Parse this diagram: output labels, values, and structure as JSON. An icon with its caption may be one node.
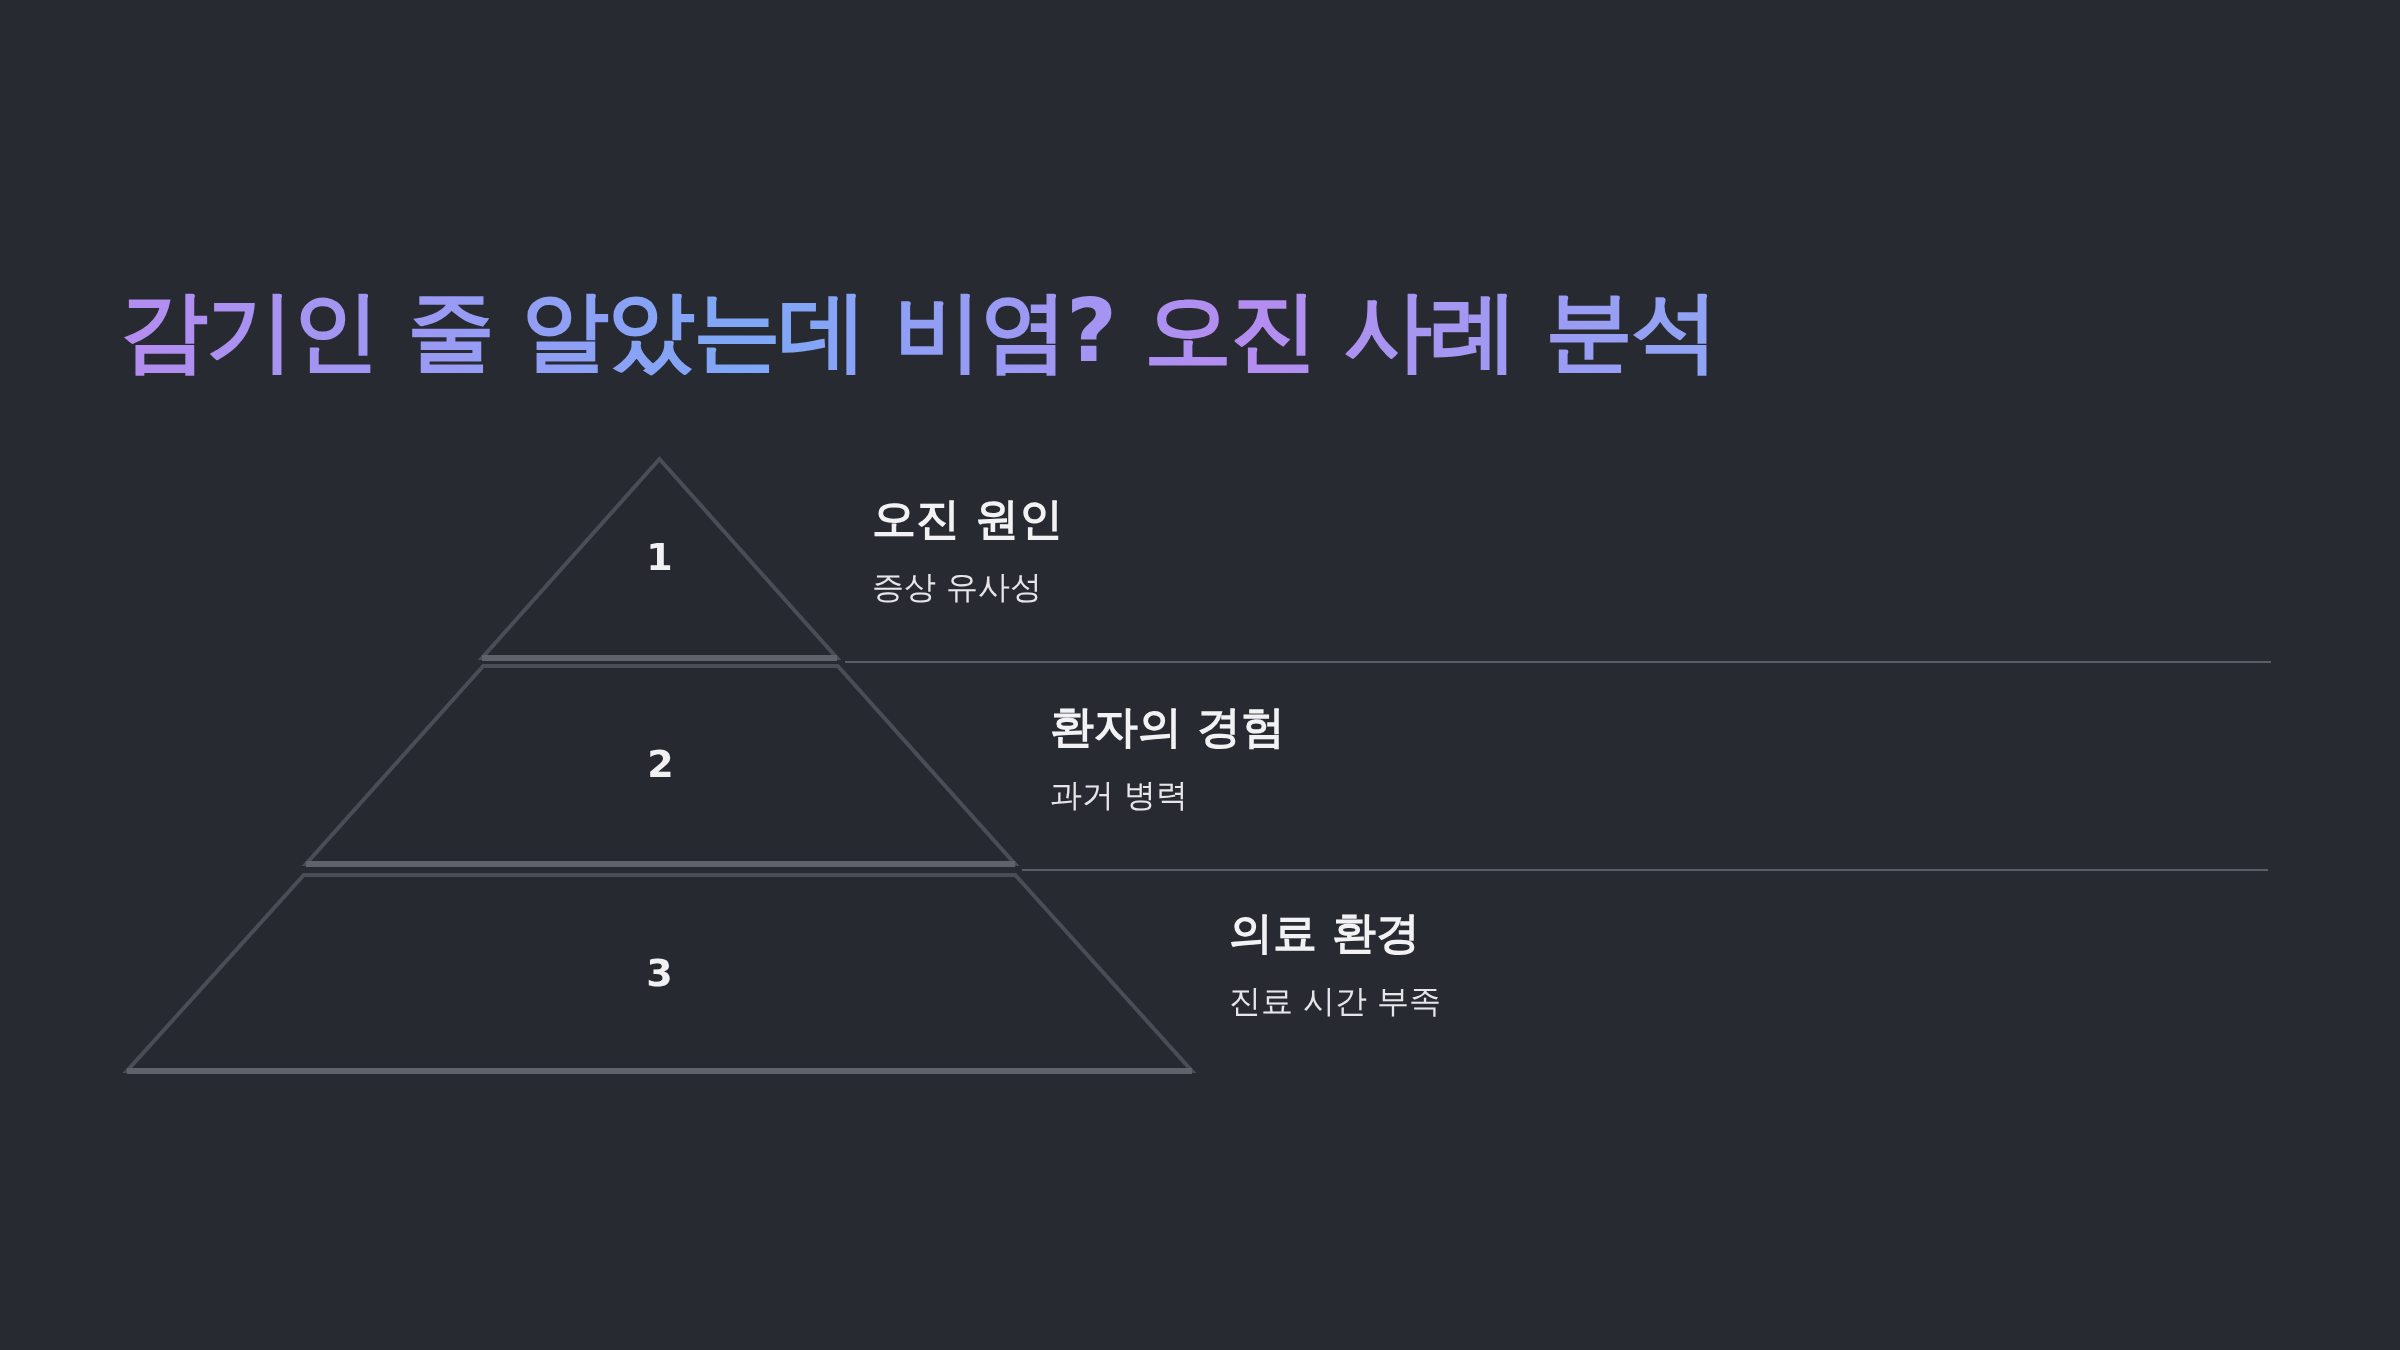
{
  "diagram": {
    "title": "감기인 줄 알았는데 비염? 오진 사례 분석",
    "nodes": [
      {
        "text": [
          "1"
        ],
        "beside": [
          "오진 원인",
          "증상 유사성"
        ]
      },
      {
        "text": [
          "2"
        ],
        "beside": [
          "환자의 경험",
          "과거 병력"
        ]
      },
      {
        "text": [
          "3"
        ],
        "beside": [
          "의료 환경",
          "진료 시간 부족"
        ]
      }
    ]
  }
}
